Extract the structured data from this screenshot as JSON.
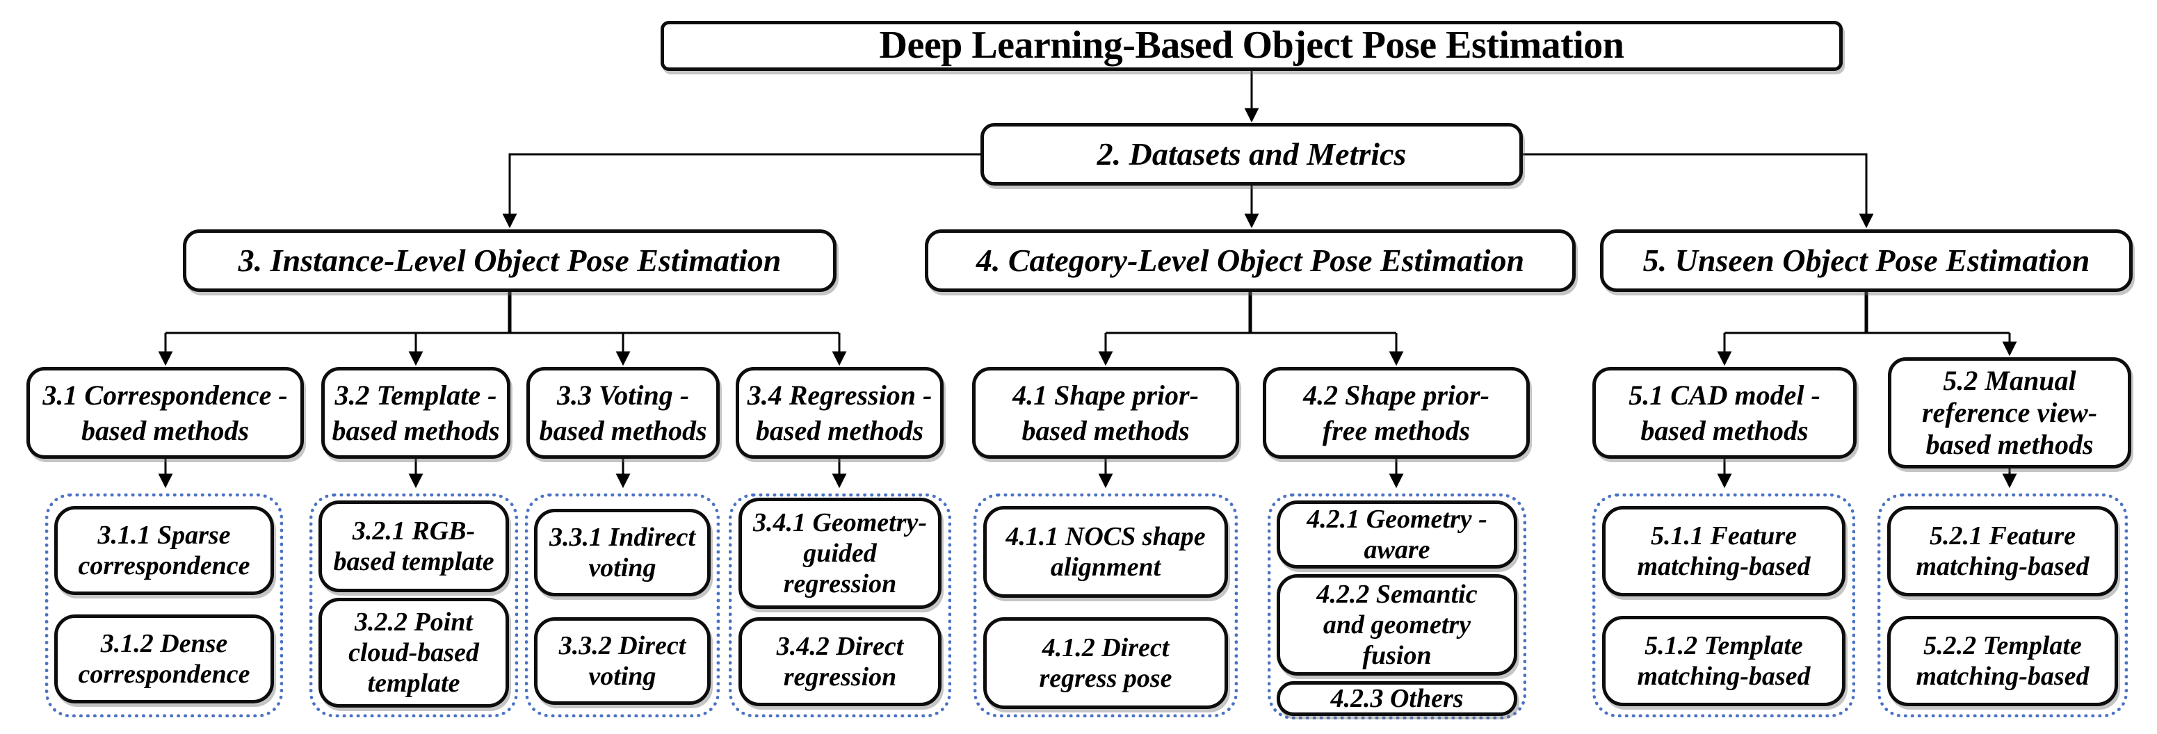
{
  "diagram": {
    "title": "Deep Learning-Based Object Pose Estimation",
    "colors": {
      "background": "#ffffff",
      "box_fill": "#ffffff",
      "box_border": "#0d0d0d",
      "text": "#000000",
      "group_dotted_border": "#4a72c4",
      "connector": "#000000"
    },
    "nodes": {
      "datasets": "2. Datasets and Metrics",
      "instance": "3. Instance-Level Object Pose Estimation",
      "category": "4. Category-Level Object Pose Estimation",
      "unseen": "5. Unseen Object Pose Estimation",
      "n31": "3.1 Correspondence -\nbased methods",
      "n32": "3.2 Template -\nbased methods",
      "n33": "3.3 Voting -\nbased methods",
      "n34": "3.4 Regression -\nbased methods",
      "n41": "4.1 Shape prior-\nbased methods",
      "n42": "4.2 Shape prior-\nfree methods",
      "n51": "5.1 CAD model -\nbased methods",
      "n52": "5.2 Manual\nreference view-\nbased methods",
      "n311": "3.1.1 Sparse\ncorrespondence",
      "n312": "3.1.2 Dense\ncorrespondence",
      "n321": "3.2.1 RGB-\nbased template",
      "n322": "3.2.2 Point\ncloud-based\ntemplate",
      "n331": "3.3.1 Indirect\nvoting",
      "n332": "3.3.2 Direct\nvoting",
      "n341": "3.4.1 Geometry-\nguided\nregression",
      "n342": "3.4.2 Direct\nregression",
      "n411": "4.1.1 NOCS shape\nalignment",
      "n412": "4.1.2 Direct\nregress pose",
      "n421": "4.2.1 Geometry -\naware",
      "n422": "4.2.2 Semantic\nand geometry\nfusion",
      "n423": "4.2.3 Others",
      "n511": "5.1.1 Feature\nmatching-based",
      "n512": "5.1.2 Template\nmatching-based",
      "n521": "5.2.1 Feature\nmatching-based",
      "n522": "5.2.2 Template\nmatching-based"
    }
  }
}
